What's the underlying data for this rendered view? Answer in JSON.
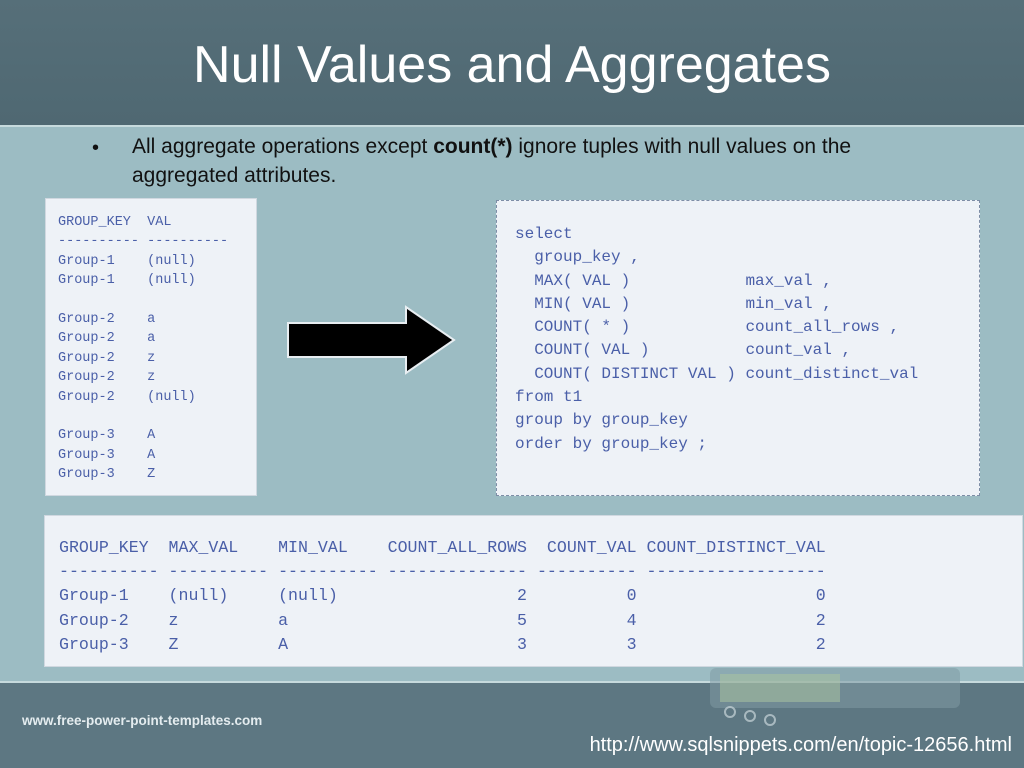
{
  "slide": {
    "title": "Null Values and Aggregates",
    "bullet": {
      "before": "All aggregate operations except ",
      "bold": "count(*)",
      "after": " ignore tuples with null values on the aggregated attributes."
    }
  },
  "source_table": {
    "header": "GROUP_KEY  VAL",
    "separator": "---------- ----------",
    "rows": [
      "Group-1    (null)",
      "Group-1    (null)",
      "",
      "Group-2    a",
      "Group-2    a",
      "Group-2    z",
      "Group-2    z",
      "Group-2    (null)",
      "",
      "Group-3    A",
      "Group-3    A",
      "Group-3    Z"
    ]
  },
  "sql_query": {
    "lines": [
      "select",
      "  group_key ,",
      "  MAX( VAL )            max_val ,",
      "  MIN( VAL )            min_val ,",
      "  COUNT( * )            count_all_rows ,",
      "  COUNT( VAL )          count_val ,",
      "  COUNT( DISTINCT VAL ) count_distinct_val",
      "from t1",
      "group by group_key",
      "order by group_key ;"
    ]
  },
  "result_table": {
    "header": "GROUP_KEY  MAX_VAL    MIN_VAL    COUNT_ALL_ROWS  COUNT_VAL COUNT_DISTINCT_VAL",
    "separator": "---------- ---------- ---------- -------------- ---------- ------------------",
    "rows": [
      "Group-1    (null)     (null)                  2          0                  0",
      "Group-2    z          a                       5          4                  2",
      "Group-3    Z          A                       3          3                  2"
    ]
  },
  "footer": {
    "template_site": "www.free-power-point-templates.com",
    "source_url": "http://www.sqlsnippets.com/en/topic-12656.html"
  },
  "colors": {
    "code_text": "#4a5fa8",
    "title_band": "#536c76",
    "content_background": "#9cbcc3"
  }
}
